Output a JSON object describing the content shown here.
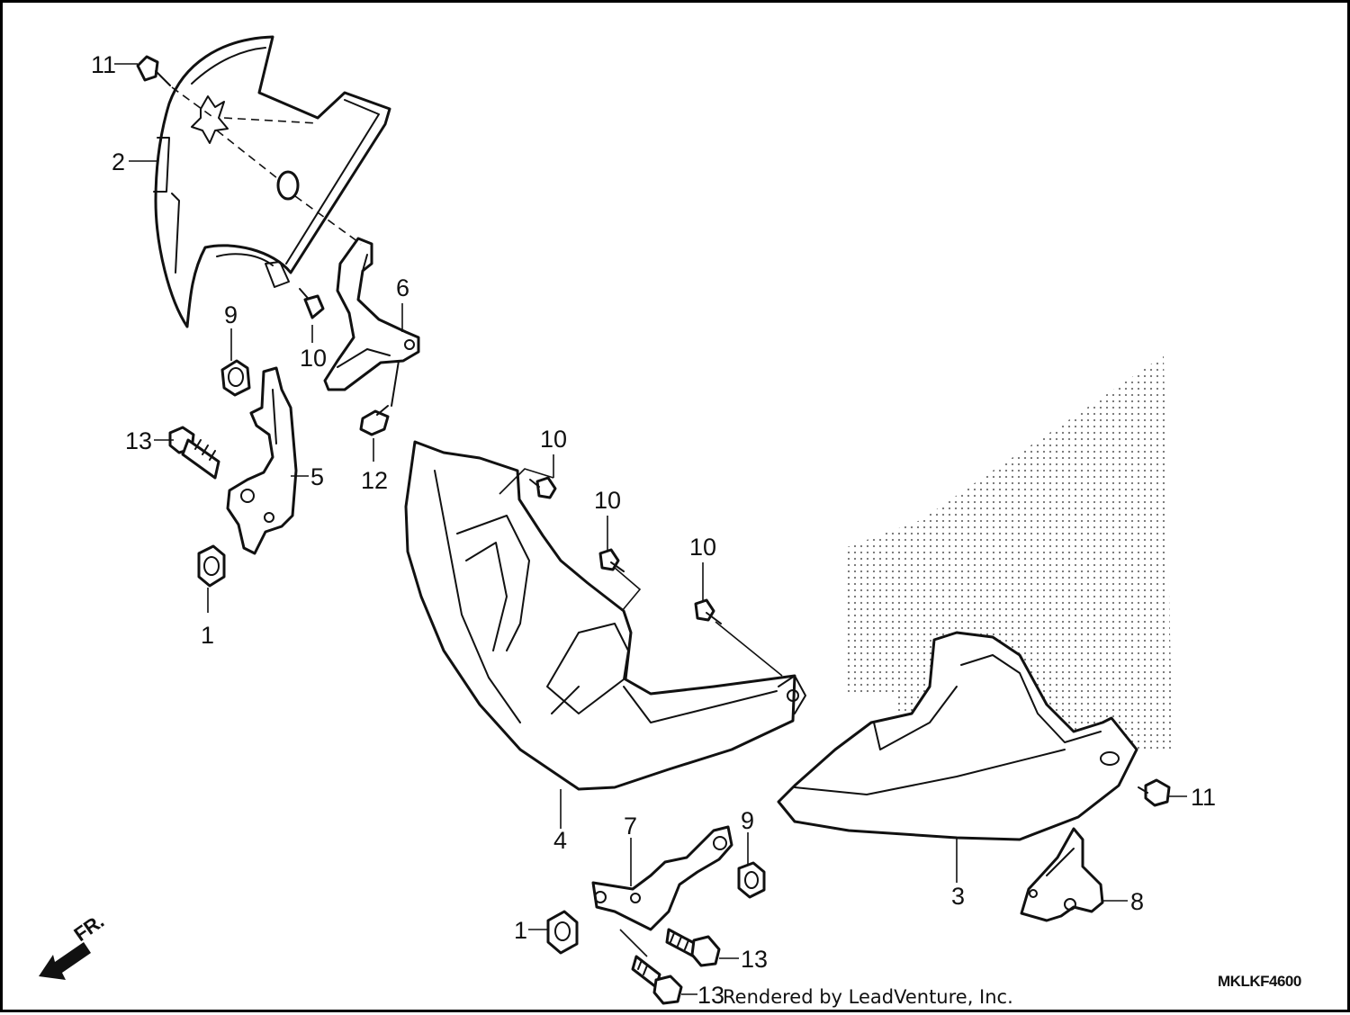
{
  "diagram": {
    "callouts": [
      "1",
      "2",
      "3",
      "4",
      "5",
      "6",
      "7",
      "8",
      "9",
      "10",
      "11",
      "12",
      "13"
    ],
    "catalog_code": "MKLKF4600",
    "front_marker": "FR.",
    "icons": {
      "front_arrow": "front-arrow-icon"
    }
  },
  "footer": {
    "credit": "Rendered by LeadVenture, Inc."
  }
}
